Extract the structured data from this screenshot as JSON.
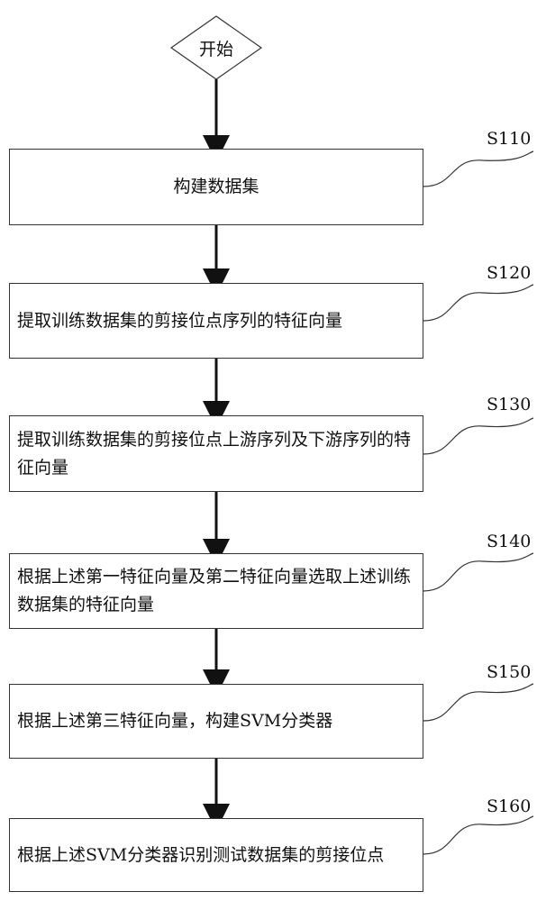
{
  "start": {
    "label": "开始"
  },
  "steps": [
    {
      "id": "S110",
      "text": "构建数据集"
    },
    {
      "id": "S120",
      "text": "提取训练数据集的剪接位点序列的特征向量"
    },
    {
      "id": "S130",
      "text": "提取训练数据集的剪接位点上游序列及下游序列的特征向量"
    },
    {
      "id": "S140",
      "text": "根据上述第一特征向量及第二特征向量选取上述训练数据集的特征向量"
    },
    {
      "id": "S150",
      "text": "根据上述第三特征向量，构建SVM分类器"
    },
    {
      "id": "S160",
      "text": "根据上述SVM分类器识别测试数据集的剪接位点"
    }
  ]
}
